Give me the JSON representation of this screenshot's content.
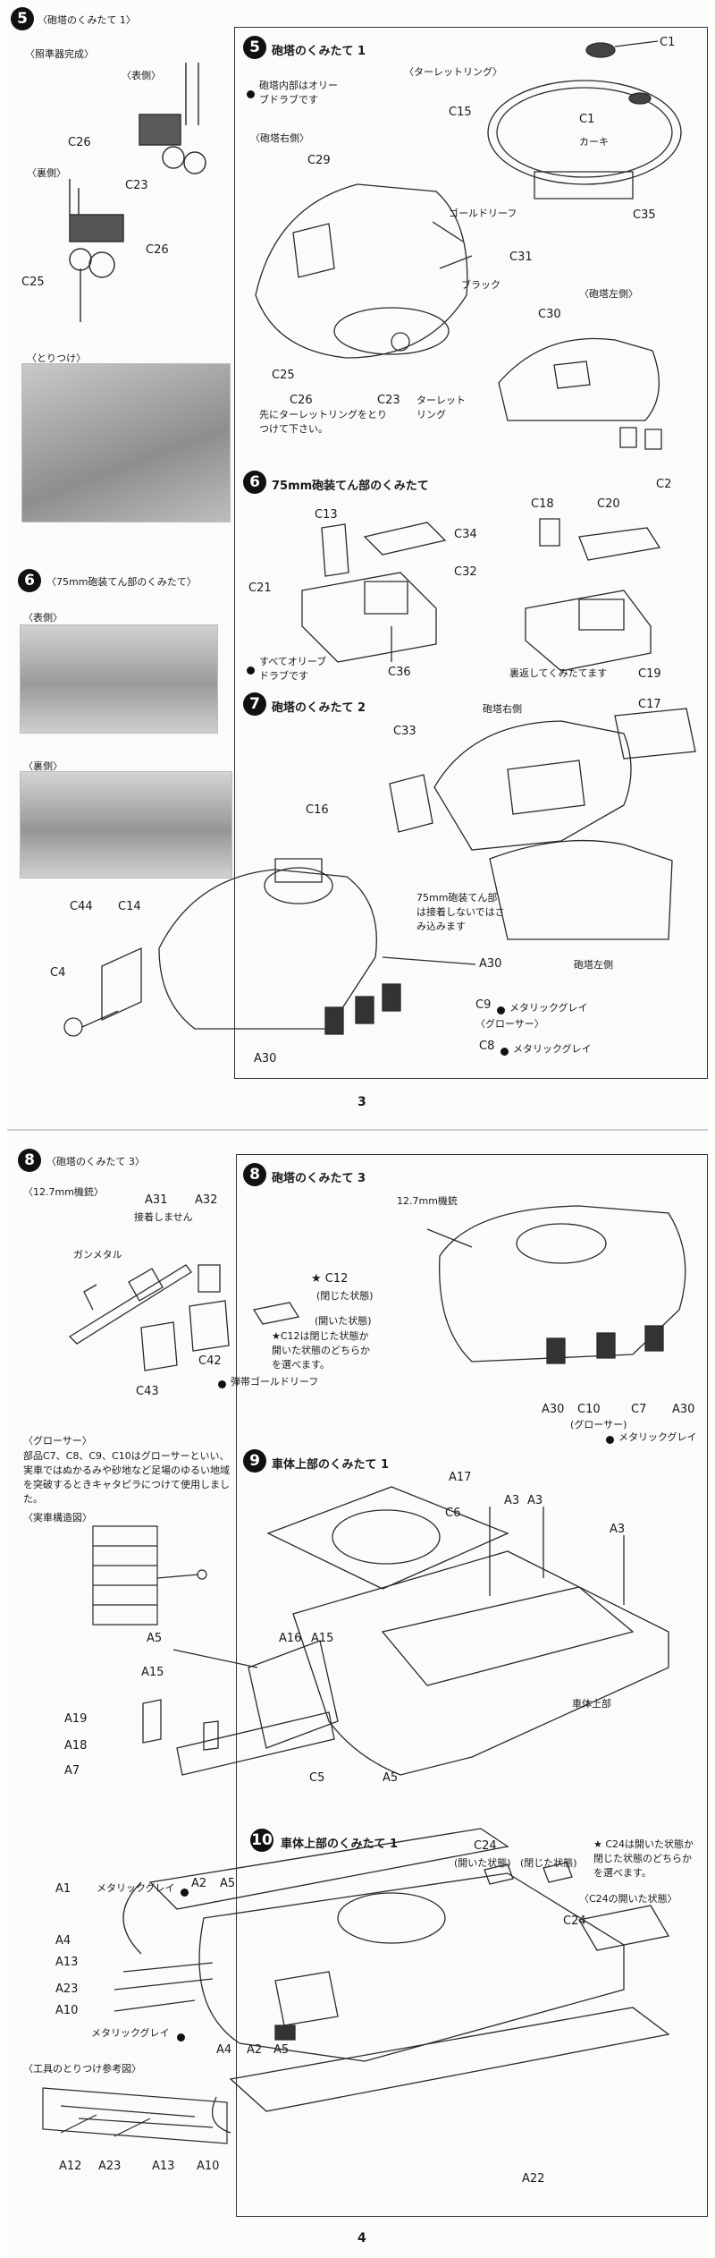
{
  "page3": {
    "page_number": "3",
    "left": {
      "step5_num": "5",
      "step5_title": "〈砲塔のくみたて 1〉",
      "finished_note": "〈照準器完成〉",
      "front_label": "〈表側〉",
      "back_label": "〈裏側〉",
      "c26_a": "C26",
      "c23": "C23",
      "c26_b": "C26",
      "c25": "C25",
      "attach_label": "〈とりつけ〉",
      "step6_num": "6",
      "step6_title": "〈75mm砲装てん部のくみたて〉",
      "front6": "〈表側〉",
      "back6": "〈裏側〉"
    },
    "step5": {
      "num": "5",
      "title": "砲塔のくみたて 1",
      "paint_note": "砲塔内部はオリーブドラブです",
      "turret_ring": "〈ターレットリング〉",
      "c1_top": "C1",
      "c1_mid": "C1",
      "khaki": "カーキ",
      "c15": "C15",
      "c35": "C35",
      "right_side": "〈砲塔右側〉",
      "c29": "C29",
      "gold_leaf": "ゴールドリーフ",
      "c31": "C31",
      "black": "ブラック",
      "c25": "C25",
      "c26": "C26",
      "c23": "C23",
      "ring_note": "先にターレットリングをとりつけて下さい。",
      "turret_ring_short": "ターレットリング",
      "left_side": "〈砲塔左側〉",
      "c30": "C30",
      "c2": "C2"
    },
    "step6": {
      "num": "6",
      "title": "75mm砲装てん部のくみたて",
      "c13": "C13",
      "c34": "C34",
      "c21": "C21",
      "c32": "C32",
      "c36": "C36",
      "all_od": "すべてオリーブドラブです",
      "c18": "C18",
      "c20": "C20",
      "c19": "C19",
      "reverse_note": "裏返してくみたてます"
    },
    "step7": {
      "num": "7",
      "title": "砲塔のくみたて 2",
      "turret_right": "砲塔右側",
      "c17": "C17",
      "c33": "C33",
      "c16": "C16",
      "gun_note": "75mm砲装てん部は接着しないではさみ込みます",
      "turret_left": "砲塔左側",
      "c44": "C44",
      "c14": "C14",
      "c4": "C4",
      "a30_a": "A30",
      "c9": "C9",
      "metallic_grey_a": "メタリックグレイ",
      "grouser": "〈グローサー〉",
      "c8": "C8",
      "metallic_grey_b": "メタリックグレイ",
      "a30_b": "A30"
    }
  },
  "page4": {
    "page_number": "4",
    "left": {
      "step8_num": "8",
      "step8_title": "〈砲塔のくみたて 3〉",
      "mg_label": "〈12.7mm機銃〉",
      "grouser_title": "〈グローサー〉",
      "grouser_text": "部品C7、C8、C9、C10はグローサーといい、実車ではぬかるみや砂地など足場のゆるい地域を突破するときキャタピラにつけて使用しました。",
      "real_car": "〈実車構造図〉",
      "a5": "A5",
      "a15": "A15",
      "a19": "A19",
      "a18": "A18",
      "a7": "A7",
      "a1": "A1",
      "a4": "A4",
      "a13": "A13",
      "a23": "A23",
      "a10": "A10",
      "metallic_grey": "メタリックグレイ",
      "tools_title": "〈工具のとりつけ参考図〉",
      "t_a12": "A12",
      "t_a23": "A23",
      "t_a13": "A13",
      "t_a10": "A10"
    },
    "step8": {
      "num": "8",
      "title": "砲塔のくみたて 3",
      "a31": "A31",
      "no_glue": "接着しません",
      "a32": "A32",
      "gunmetal": "ガンメタル",
      "c12": "★ C12",
      "closed": "(閉じた状態)",
      "open": "(開いた状態)",
      "c12_note": "★C12は閉じた状態か開いた状態のどちらかを選べます。",
      "c42": "C42",
      "ammo_gold": "弾帯ゴールドリーフ",
      "c43": "C43",
      "mg_12": "12.7mm機銃",
      "a30_a": "A30",
      "c10": "C10",
      "grouser": "(グローサー)",
      "c7": "C7",
      "a30_b": "A30",
      "metallic_grey": "メタリックグレイ"
    },
    "step9": {
      "num": "9",
      "title": "車体上部のくみたて 1",
      "a17": "A17",
      "c6": "C6",
      "a3_a": "A3",
      "a3_b": "A3",
      "a3_c": "A3",
      "a16": "A16",
      "a15": "A15",
      "hull_upper": "車体上部",
      "c5": "C5",
      "a5": "A5"
    },
    "step10": {
      "num": "10",
      "title": "車体上部のくみたて 1",
      "metallic_grey": "メタリックグレイ",
      "a2": "A2",
      "a5": "A5",
      "c24": "C24",
      "open_state": "(開いた状態)",
      "closed_state": "(閉じた状態)",
      "c24_note": "★ C24は開いた状態か閉じた状態のどちらかを選べます。",
      "c24_open_title": "〈C24の開いた状態〉",
      "c24_b": "C24",
      "a4": "A4",
      "a2_b": "A2",
      "a5_b": "A5",
      "a22": "A22"
    }
  }
}
